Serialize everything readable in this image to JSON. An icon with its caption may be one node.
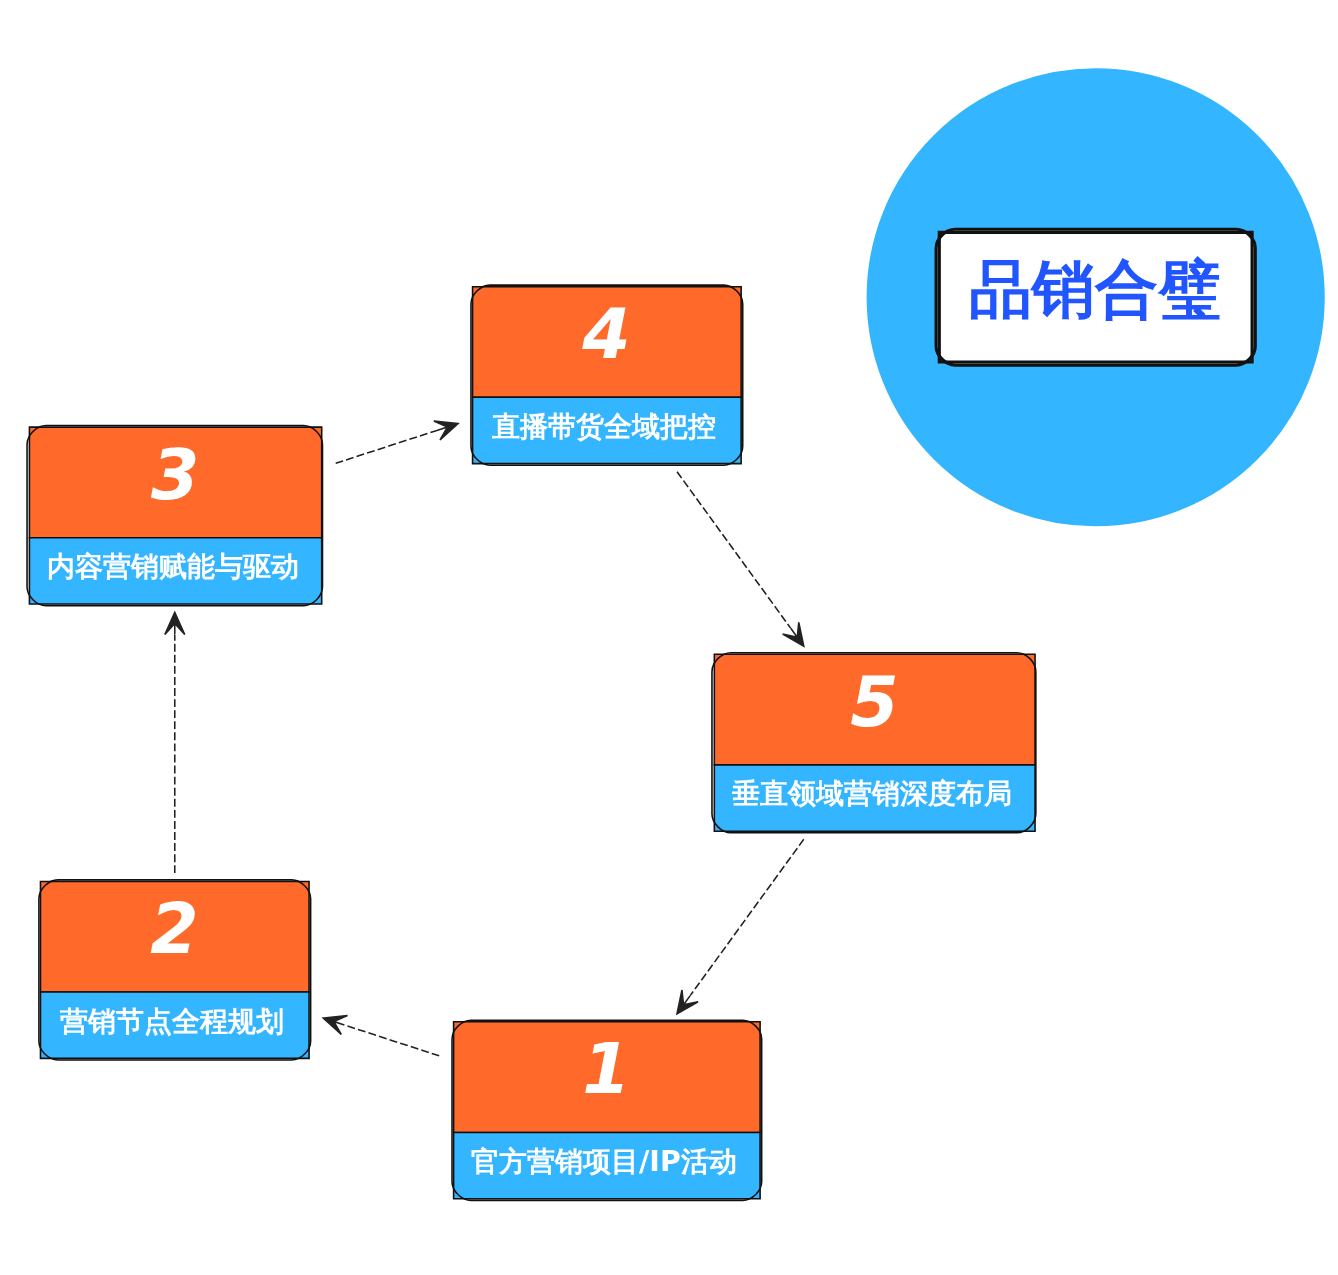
{
  "diagram": {
    "nodes": [
      {
        "text": [
          "品销合璧"
        ]
      },
      {
        "text": [
          "1",
          "官方营销项目/IP活动"
        ]
      },
      {
        "text": [
          "2",
          "营销节点全程规划"
        ]
      },
      {
        "text": [
          "3",
          "内容营销赋能与驱动"
        ]
      },
      {
        "text": [
          "4",
          "直播带货全域把控"
        ]
      },
      {
        "text": [
          "5",
          "垂直领域营销深度布局"
        ]
      }
    ],
    "edges": [
      {
        "from": 1,
        "to": 2,
        "arrow": "to",
        "style": "dashed"
      },
      {
        "from": 2,
        "to": 3,
        "arrow": "to",
        "style": "dashed"
      },
      {
        "from": 3,
        "to": 4,
        "arrow": "to",
        "style": "dashed"
      },
      {
        "from": 4,
        "to": 5,
        "arrow": "to",
        "style": "dashed"
      },
      {
        "from": 5,
        "to": 1,
        "arrow": "to",
        "style": "dashed"
      }
    ]
  }
}
